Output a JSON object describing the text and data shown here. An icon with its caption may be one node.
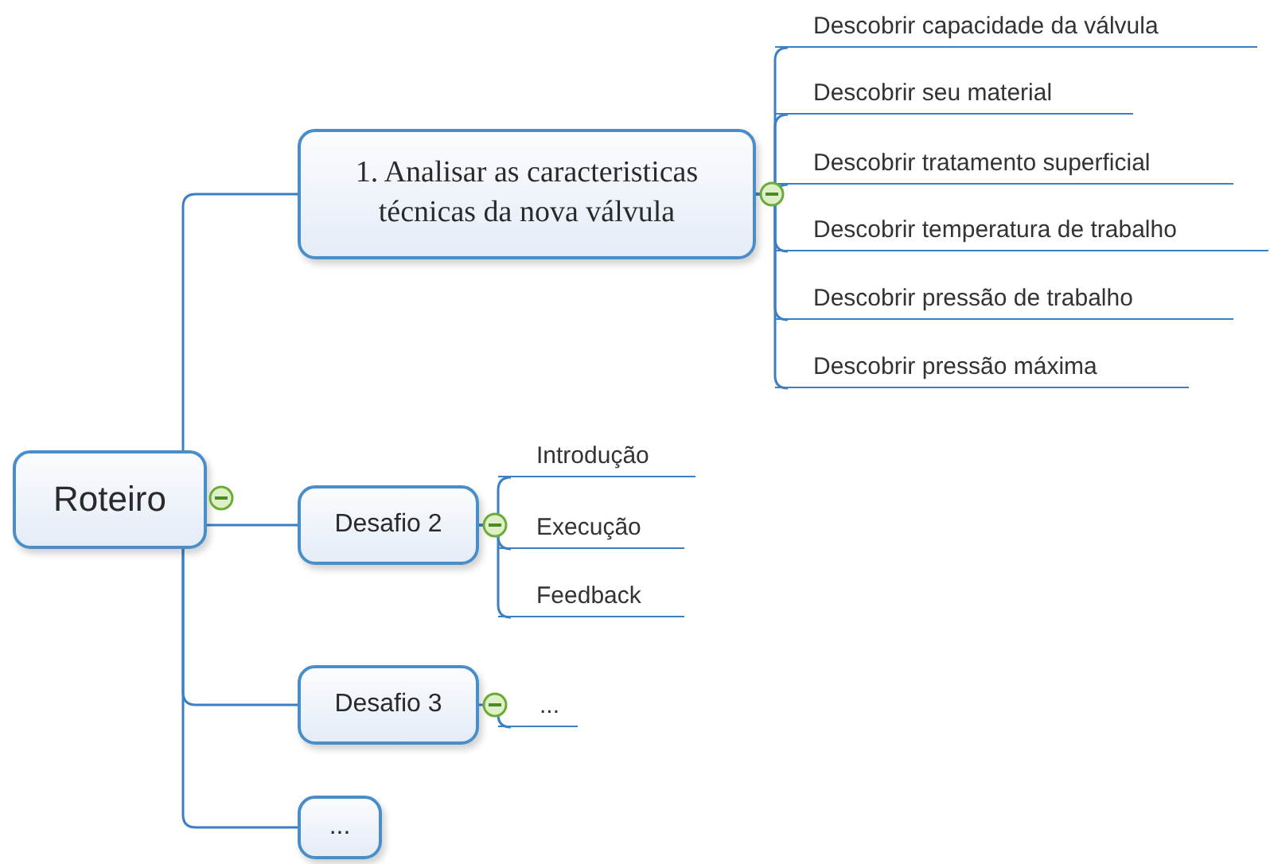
{
  "diagram": {
    "nodes": [
      {
        "text": [
          "Roteiro"
        ]
      },
      {
        "text": [
          "1. Analisar as caracteristicas técnicas da nova válvula"
        ]
      },
      {
        "text": [
          "Desafio 2"
        ]
      },
      {
        "text": [
          "Desafio 3"
        ]
      },
      {
        "text": [
          "..."
        ]
      },
      {
        "text": [
          "Descobrir capacidade da válvula"
        ]
      },
      {
        "text": [
          "Descobrir seu material"
        ]
      },
      {
        "text": [
          "Descobrir tratamento superficial"
        ]
      },
      {
        "text": [
          "Descobrir temperatura de trabalho"
        ]
      },
      {
        "text": [
          "Descobrir pressão de trabalho"
        ]
      },
      {
        "text": [
          "Descobrir pressão máxima"
        ]
      },
      {
        "text": [
          "Introdução"
        ]
      },
      {
        "text": [
          "Execução"
        ]
      },
      {
        "text": [
          "Feedback"
        ]
      },
      {
        "text": [
          "..."
        ]
      }
    ],
    "edges": [
      {
        "from": 0,
        "to": 1,
        "arrow": "none"
      },
      {
        "from": 0,
        "to": 2,
        "arrow": "none"
      },
      {
        "from": 0,
        "to": 3,
        "arrow": "none"
      },
      {
        "from": 0,
        "to": 4,
        "arrow": "none"
      },
      {
        "from": 1,
        "to": 5,
        "arrow": "none"
      },
      {
        "from": 1,
        "to": 6,
        "arrow": "none"
      },
      {
        "from": 1,
        "to": 7,
        "arrow": "none"
      },
      {
        "from": 1,
        "to": 8,
        "arrow": "none"
      },
      {
        "from": 1,
        "to": 9,
        "arrow": "none"
      },
      {
        "from": 1,
        "to": 10,
        "arrow": "none"
      },
      {
        "from": 2,
        "to": 11,
        "arrow": "none"
      },
      {
        "from": 2,
        "to": 12,
        "arrow": "none"
      },
      {
        "from": 2,
        "to": 13,
        "arrow": "none"
      },
      {
        "from": 3,
        "to": 14,
        "arrow": "none"
      }
    ]
  }
}
